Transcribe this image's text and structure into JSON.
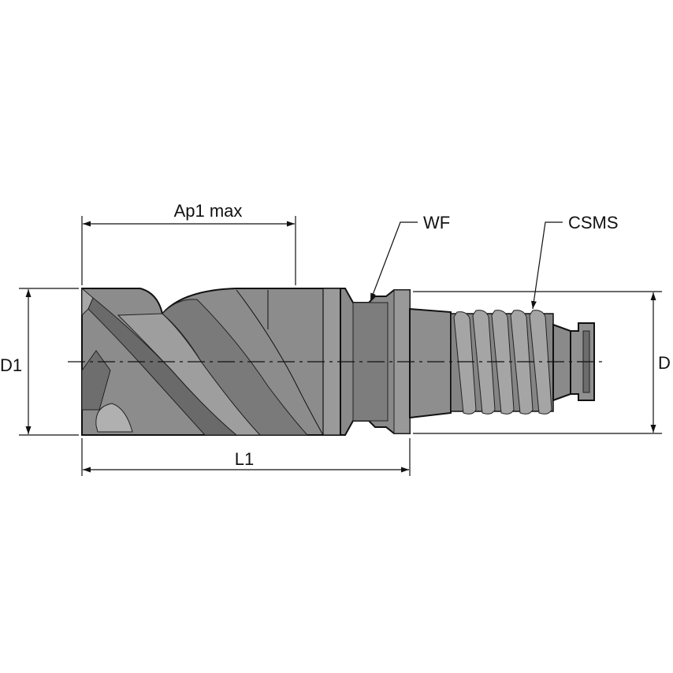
{
  "drawing": {
    "labels": {
      "ap1_max": "Ap1 max",
      "wf": "WF",
      "csms": "CSMS",
      "d1": "D1",
      "d": "D",
      "l1": "L1"
    },
    "colors": {
      "body_fill": "#8c8c8c",
      "body_dark": "#5f5f5f",
      "body_light": "#b3b3b3",
      "line": "#111111",
      "background": "#ffffff"
    }
  }
}
